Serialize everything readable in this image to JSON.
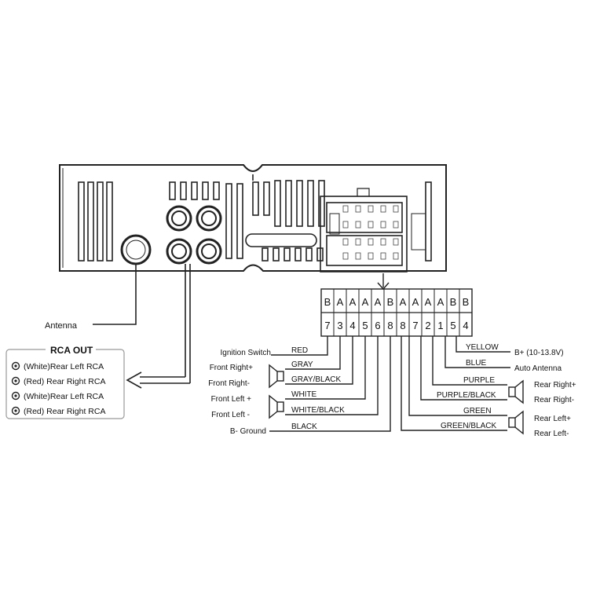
{
  "rca_out": {
    "title": "RCA OUT",
    "items": [
      "(White)Rear Left RCA",
      "(Red) Rear Right RCA",
      "(White)Rear Left RCA",
      "(Red) Rear Right RCA"
    ]
  },
  "antenna_label": "Antenna",
  "connector": {
    "letters": [
      "B",
      "A",
      "A",
      "A",
      "A",
      "B",
      "A",
      "A",
      "A",
      "A",
      "B",
      "B"
    ],
    "numbers": [
      "7",
      "3",
      "4",
      "5",
      "6",
      "8",
      "8",
      "7",
      "2",
      "1",
      "5",
      "4"
    ]
  },
  "left_labels": {
    "ignition": "Ignition Switch",
    "front_right_pos": "Front Right+",
    "front_right_neg": "Front Right-",
    "front_left_pos": "Front Left +",
    "front_left_neg": "Front Left -",
    "ground": "B- Ground"
  },
  "wires_left": {
    "red": "RED",
    "gray": "GRAY",
    "gray_black": "GRAY/BLACK",
    "white": "WHITE",
    "white_black": "WHITE/BLACK",
    "black": "BLACK"
  },
  "wires_right": {
    "yellow": "YELLOW",
    "blue": "BLUE",
    "purple": "PURPLE",
    "purple_black": "PURPLE/BLACK",
    "green": "GREEN",
    "green_black": "GREEN/BLACK"
  },
  "right_labels": {
    "bplus": "B+  (10-13.8V)",
    "auto_antenna": "Auto Antenna",
    "rear_right_pos": "Rear Right+",
    "rear_right_neg": "Rear Right-",
    "rear_left_pos": "Rear Left+",
    "rear_left_neg": "Rear Left-"
  }
}
